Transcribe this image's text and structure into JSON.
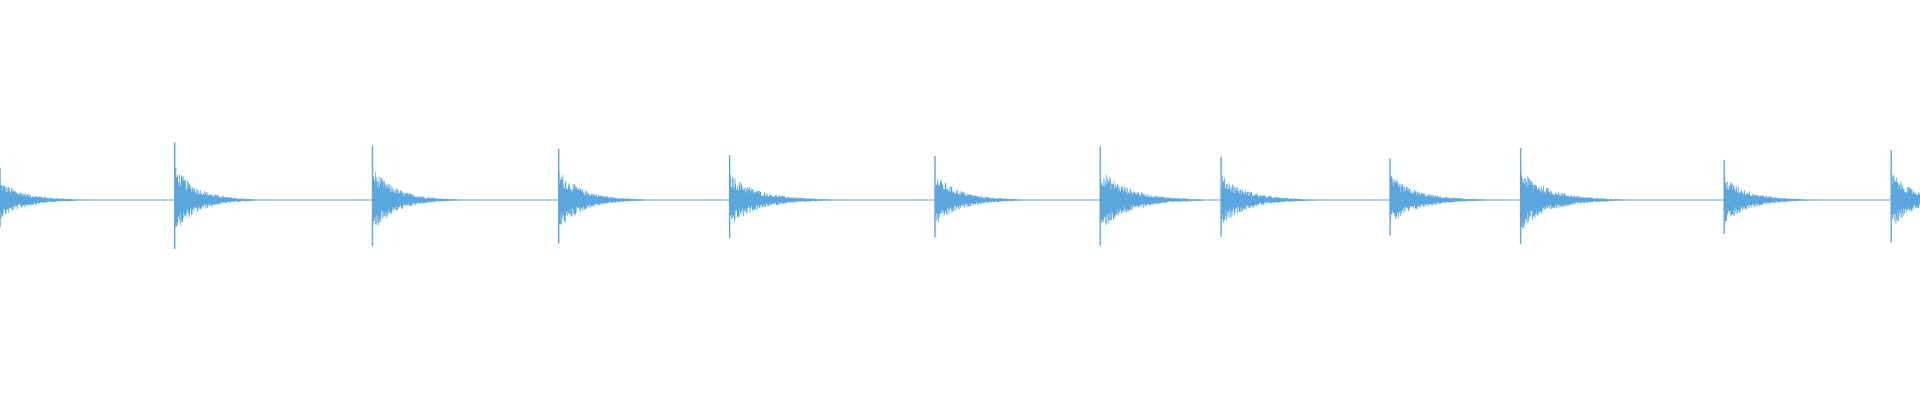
{
  "waveform": {
    "color": "#5aa7e0",
    "background": "#ffffff",
    "onset_count": 12,
    "onsets": [
      {
        "time": 0.0,
        "peak": 0.4,
        "decay": 0.55
      },
      {
        "time": 0.091,
        "peak": 0.72,
        "decay": 0.45
      },
      {
        "time": 0.194,
        "peak": 0.68,
        "decay": 0.5
      },
      {
        "time": 0.291,
        "peak": 0.64,
        "decay": 0.5
      },
      {
        "time": 0.38,
        "peak": 0.56,
        "decay": 0.7
      },
      {
        "time": 0.487,
        "peak": 0.55,
        "decay": 0.55
      },
      {
        "time": 0.573,
        "peak": 0.67,
        "decay": 0.7
      },
      {
        "time": 0.636,
        "peak": 0.54,
        "decay": 0.6
      },
      {
        "time": 0.724,
        "peak": 0.52,
        "decay": 0.65
      },
      {
        "time": 0.792,
        "peak": 0.65,
        "decay": 0.7
      },
      {
        "time": 0.898,
        "peak": 0.5,
        "decay": 0.55
      },
      {
        "time": 0.985,
        "peak": 0.62,
        "decay": 0.4
      }
    ]
  }
}
